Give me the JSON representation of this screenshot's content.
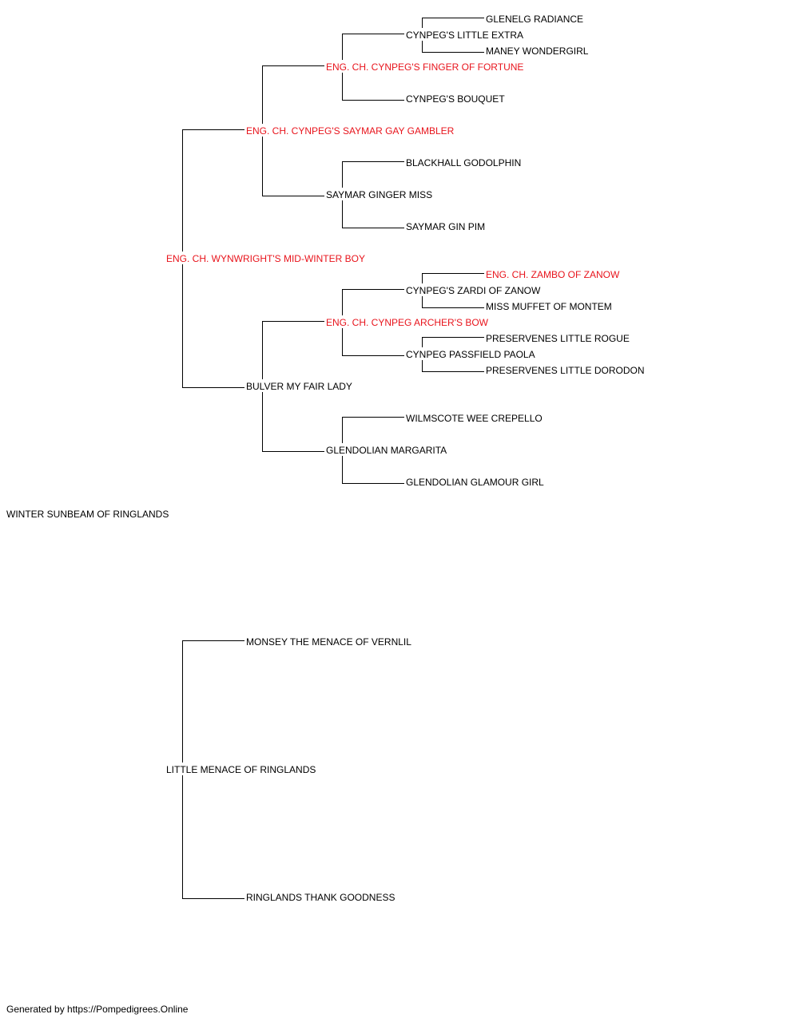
{
  "subject": {
    "name": "WINTER SUNBEAM OF RINGLANDS",
    "champion": false
  },
  "sire": {
    "name": "ENG. CH. WYNWRIGHT'S MID-WINTER BOY",
    "champion": true,
    "sire": {
      "name": "ENG. CH. CYNPEG'S SAYMAR GAY GAMBLER",
      "champion": true,
      "sire": {
        "name": "ENG. CH. CYNPEG'S FINGER OF FORTUNE",
        "champion": true,
        "sire": {
          "name": "CYNPEG'S LITTLE EXTRA",
          "champion": false,
          "sire": {
            "name": "GLENELG RADIANCE",
            "champion": false
          },
          "dam": {
            "name": "MANEY WONDERGIRL",
            "champion": false
          }
        },
        "dam": {
          "name": "CYNPEG'S BOUQUET",
          "champion": false
        }
      },
      "dam": {
        "name": "SAYMAR GINGER MISS",
        "champion": false,
        "sire": {
          "name": "BLACKHALL GODOLPHIN",
          "champion": false
        },
        "dam": {
          "name": "SAYMAR GIN PIM",
          "champion": false
        }
      }
    },
    "dam": {
      "name": "BULVER MY FAIR LADY",
      "champion": false,
      "sire": {
        "name": "ENG. CH. CYNPEG ARCHER'S BOW",
        "champion": true,
        "sire": {
          "name": "CYNPEG'S ZARDI OF ZANOW",
          "champion": false,
          "sire": {
            "name": "ENG. CH. ZAMBO OF ZANOW",
            "champion": true
          },
          "dam": {
            "name": "MISS MUFFET OF MONTEM",
            "champion": false
          }
        },
        "dam": {
          "name": "CYNPEG PASSFIELD PAOLA",
          "champion": false,
          "sire": {
            "name": "PRESERVENES LITTLE ROGUE",
            "champion": false
          },
          "dam": {
            "name": "PRESERVENES LITTLE DORODON",
            "champion": false
          }
        }
      },
      "dam": {
        "name": "GLENDOLIAN MARGARITA",
        "champion": false,
        "sire": {
          "name": "WILMSCOTE WEE CREPELLO",
          "champion": false
        },
        "dam": {
          "name": "GLENDOLIAN GLAMOUR GIRL",
          "champion": false
        }
      }
    }
  },
  "dam": {
    "name": "LITTLE MENACE OF RINGLANDS",
    "champion": false,
    "sire": {
      "name": "MONSEY THE MENACE OF VERNLIL",
      "champion": false
    },
    "dam": {
      "name": "RINGLANDS THANK GOODNESS",
      "champion": false
    }
  },
  "colors": {
    "champion": "#e8141c",
    "text": "#000000",
    "line": "#000000"
  },
  "footer": "Generated by https://Pompedigrees.Online"
}
